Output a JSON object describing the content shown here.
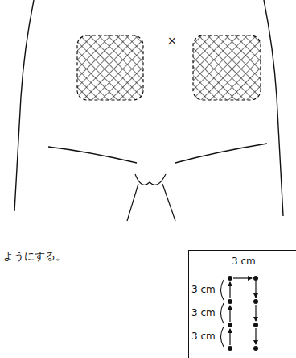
{
  "diagram": {
    "labels": [
      "×",
      "3 cm",
      "3 cm",
      "3 cm",
      "3 cm",
      "ようにする。"
    ]
  }
}
